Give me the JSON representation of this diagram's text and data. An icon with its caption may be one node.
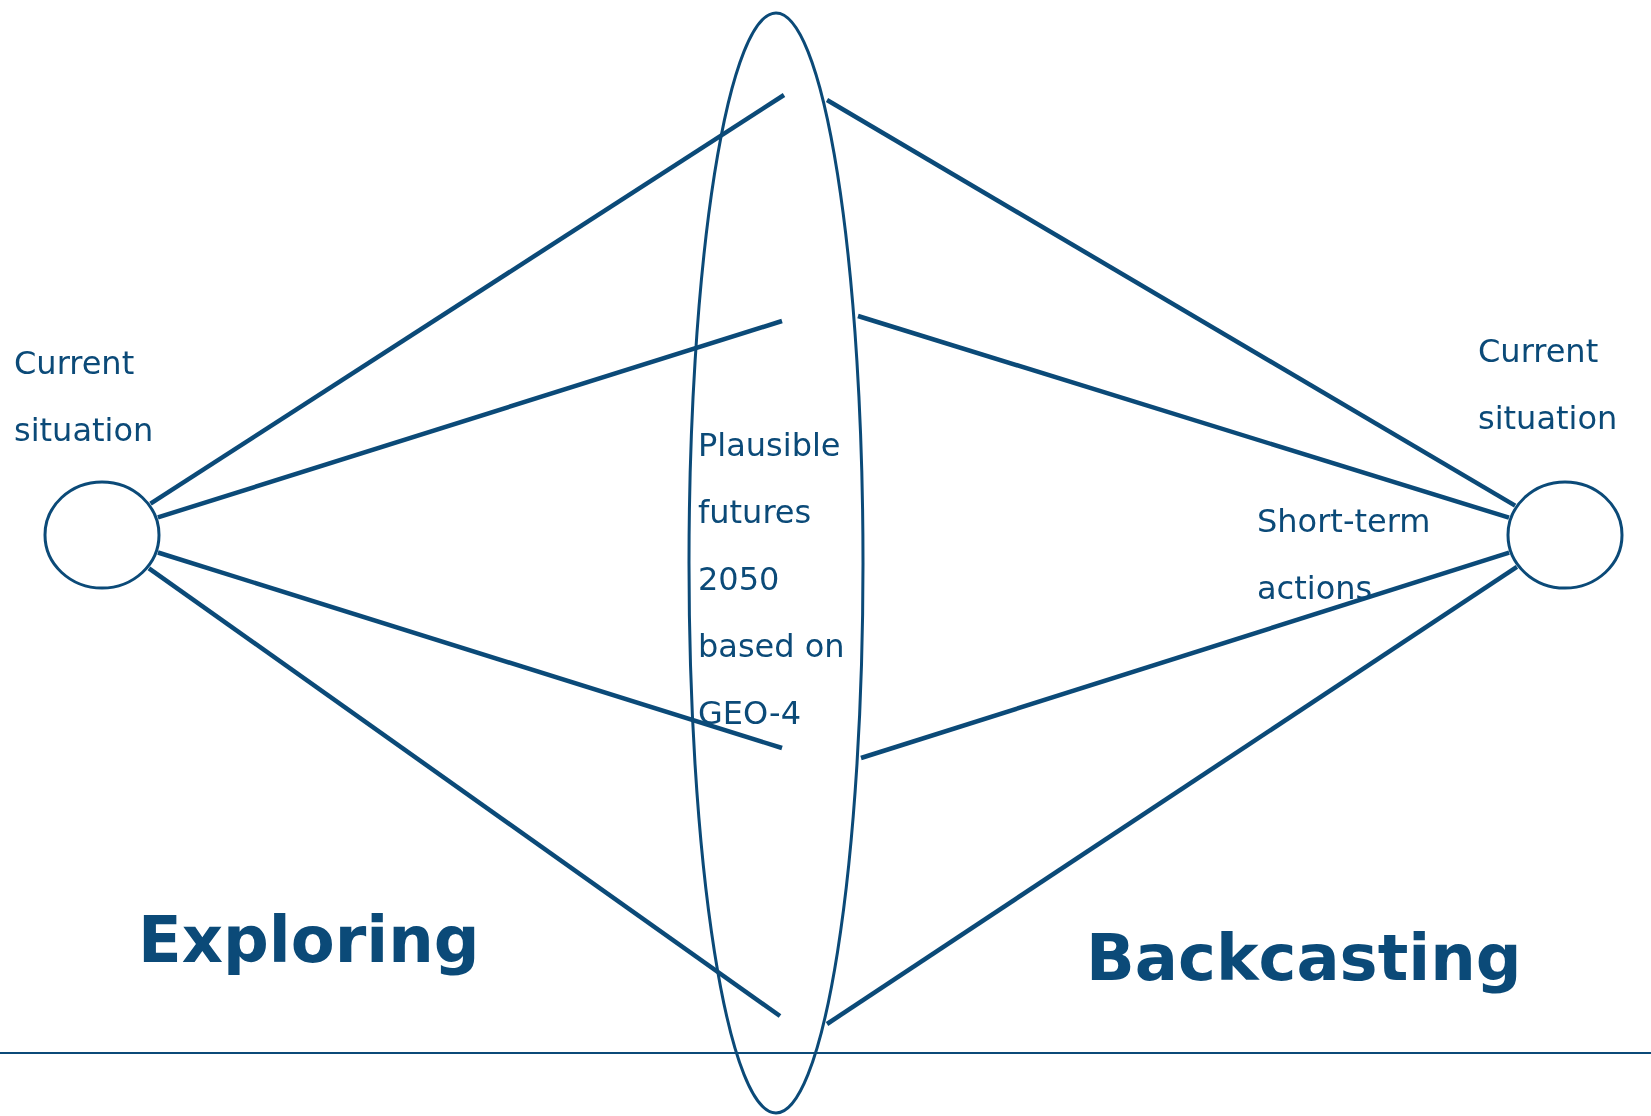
{
  "diagram": {
    "nodes": [
      {
        "text": [],
        "shape": "circle",
        "beside": [
          "Current situation"
        ]
      },
      {
        "text": [
          "Plausible futures 2050 based on GEO-4"
        ]
      },
      {
        "text": [],
        "shape": "circle",
        "beside": [
          "Current situation"
        ]
      }
    ],
    "edges": [
      {
        "from": 0,
        "to": 1,
        "arrow": "none"
      },
      {
        "from": 0,
        "to": 1,
        "arrow": "none"
      },
      {
        "from": 0,
        "to": 1,
        "arrow": "none"
      },
      {
        "from": 0,
        "to": 1,
        "arrow": "none"
      },
      {
        "from": 1,
        "to": 2,
        "arrow": "none"
      },
      {
        "from": 1,
        "to": 2,
        "arrow": "none"
      },
      {
        "from": 1,
        "to": 2,
        "arrow": "none"
      },
      {
        "from": 1,
        "to": 2,
        "arrow": "none"
      }
    ],
    "labels": [
      "Short-term actions",
      "Exploring",
      "Backcasting"
    ]
  }
}
